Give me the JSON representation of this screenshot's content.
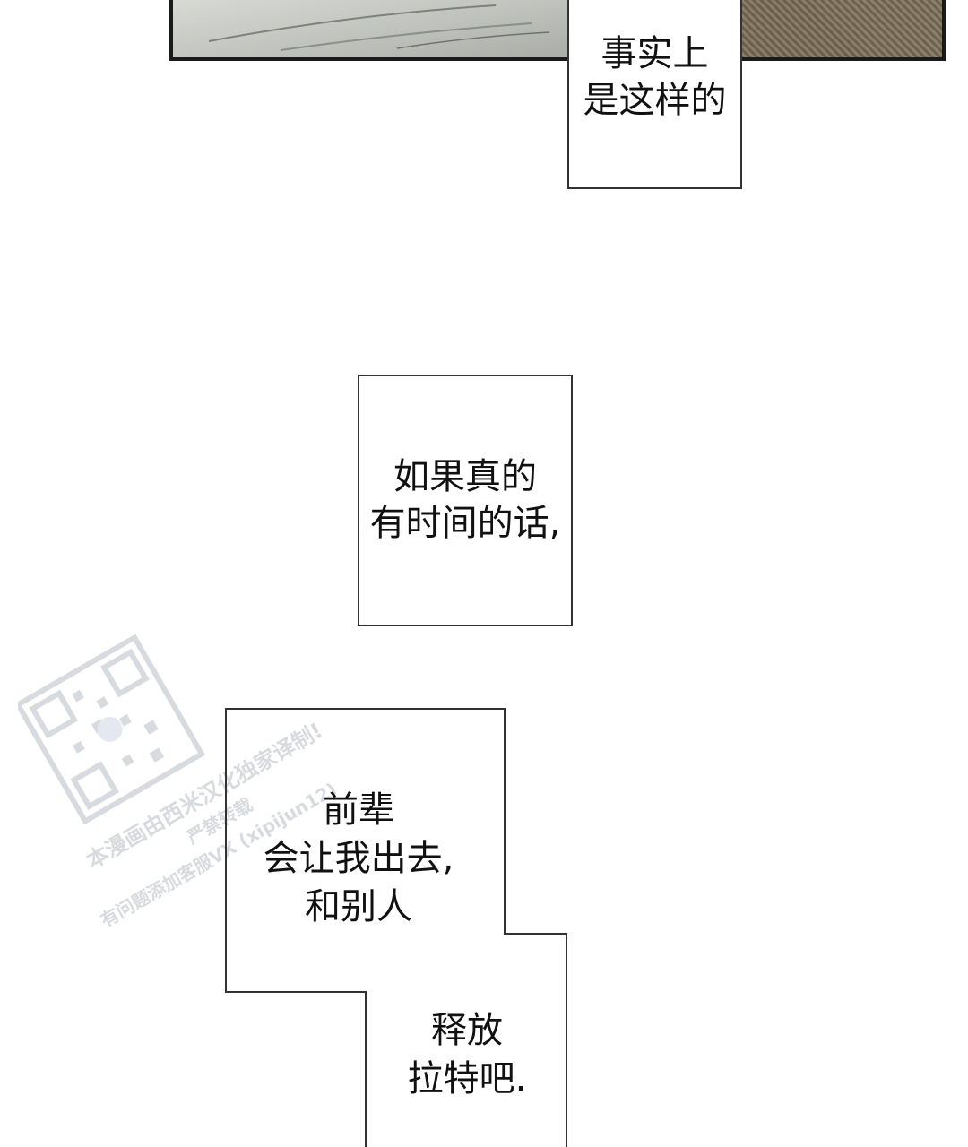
{
  "bubbles": {
    "first": {
      "lines": [
        "事实上",
        "是这样的"
      ]
    },
    "second": {
      "lines": [
        "如果真的",
        "有时间的话,"
      ]
    },
    "third": {
      "lines": [
        "前辈",
        "会让我出去,",
        "和别人",
        "释放",
        "拉特吧."
      ]
    }
  },
  "watermark": {
    "lines": [
      "本漫画由西米汉化独家译制!",
      "严禁转载",
      "有问题添加客服VX (xipijun12)"
    ]
  },
  "colors": {
    "panel_border": "#1a1a1a",
    "bubble_border": "#333333",
    "watermark": "#b8bcc4"
  }
}
